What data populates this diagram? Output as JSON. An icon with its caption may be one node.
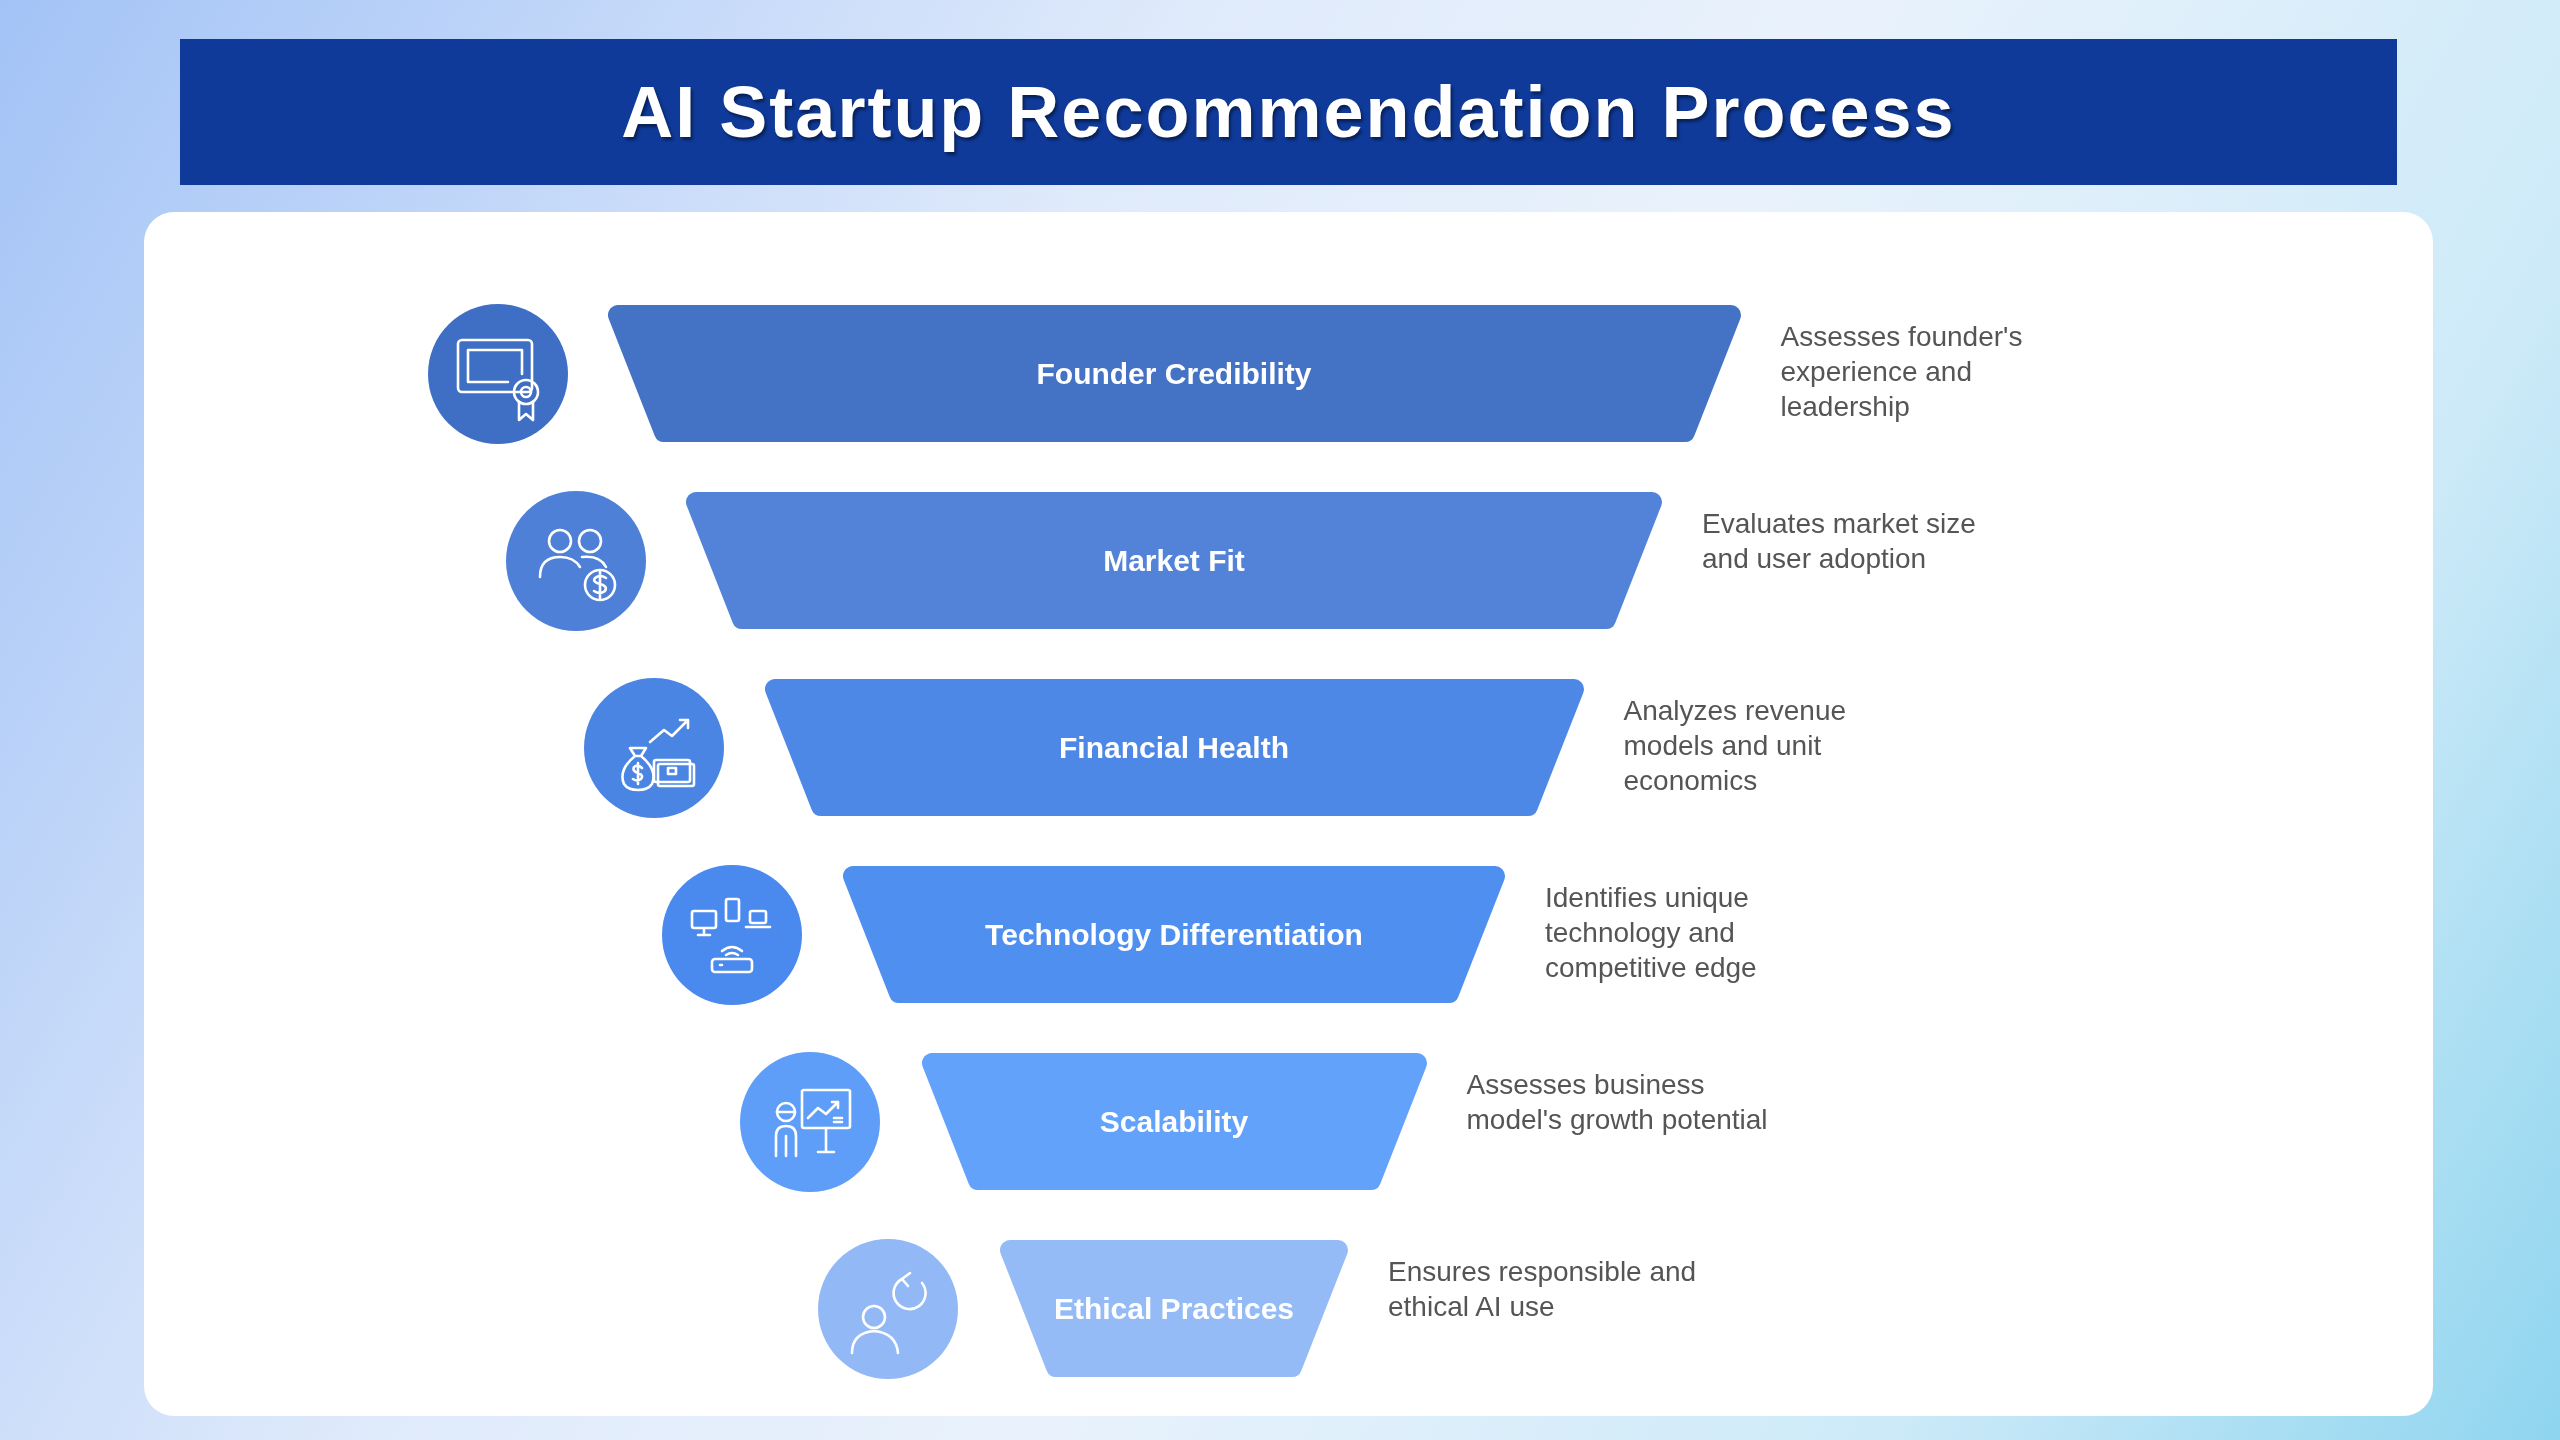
{
  "diagram": {
    "title": "AI Startup Recommendation Process",
    "nodes": [
      {
        "text": [
          "Founder Credibility"
        ],
        "beside": [
          "Assesses founder's experience and leadership"
        ]
      },
      {
        "text": [
          "Market Fit"
        ],
        "beside": [
          "Evaluates market size and user adoption"
        ]
      },
      {
        "text": [
          "Financial Health"
        ],
        "beside": [
          "Analyzes revenue models and unit economics"
        ]
      },
      {
        "text": [
          "Technology Differentiation"
        ],
        "beside": [
          "Identifies unique technology and competitive edge"
        ]
      },
      {
        "text": [
          "Scalability"
        ],
        "beside": [
          "Assesses business model's growth potential"
        ]
      },
      {
        "text": [
          "Ethical Practices"
        ],
        "beside": [
          "Ensures responsible and ethical AI use"
        ]
      }
    ]
  }
}
